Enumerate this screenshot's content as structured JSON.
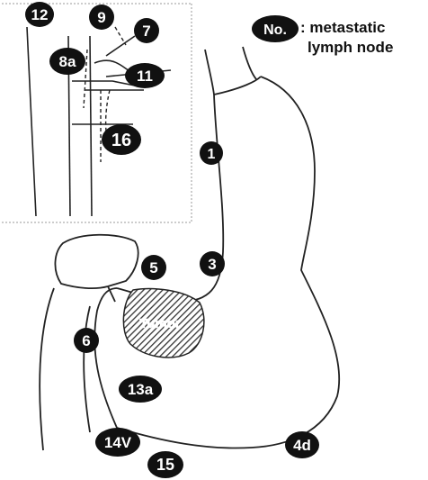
{
  "legend": {
    "badge": "No.",
    "line1": ": metastatic",
    "line2": "lymph node"
  },
  "tumor_label": "Tumor",
  "nodes": [
    {
      "label": "12"
    },
    {
      "label": "9"
    },
    {
      "label": "7"
    },
    {
      "label": "8a"
    },
    {
      "label": "11"
    },
    {
      "label": "16"
    },
    {
      "label": "1"
    },
    {
      "label": "5"
    },
    {
      "label": "3"
    },
    {
      "label": "6"
    },
    {
      "label": "13a"
    },
    {
      "label": "14V"
    },
    {
      "label": "4d"
    },
    {
      "label": "15"
    }
  ],
  "colors": {
    "node_fill": "#111111",
    "node_text": "#ffffff",
    "line": "#222222",
    "tumor_hatch": "#333333"
  }
}
